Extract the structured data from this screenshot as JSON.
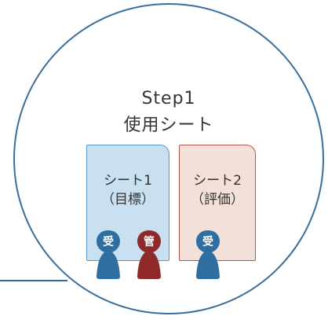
{
  "step": {
    "title": "Step1",
    "subtitle": "使用シート"
  },
  "sheets": [
    {
      "line1": "シート1",
      "line2": "（目標）",
      "fill": "#c8e0f0",
      "border": "#5d97c6"
    },
    {
      "line1": "シート2",
      "line2": "（評価）",
      "fill": "#f3e0d8",
      "border": "#b0584e"
    }
  ],
  "pieces": [
    {
      "label": "受",
      "color": "#2f6ea0"
    },
    {
      "label": "管",
      "color": "#8e2a2a"
    },
    {
      "label": "受",
      "color": "#2f6ea0"
    }
  ],
  "colors": {
    "circle_border": "#3b6e9a",
    "connector": "#2e6b9a"
  }
}
